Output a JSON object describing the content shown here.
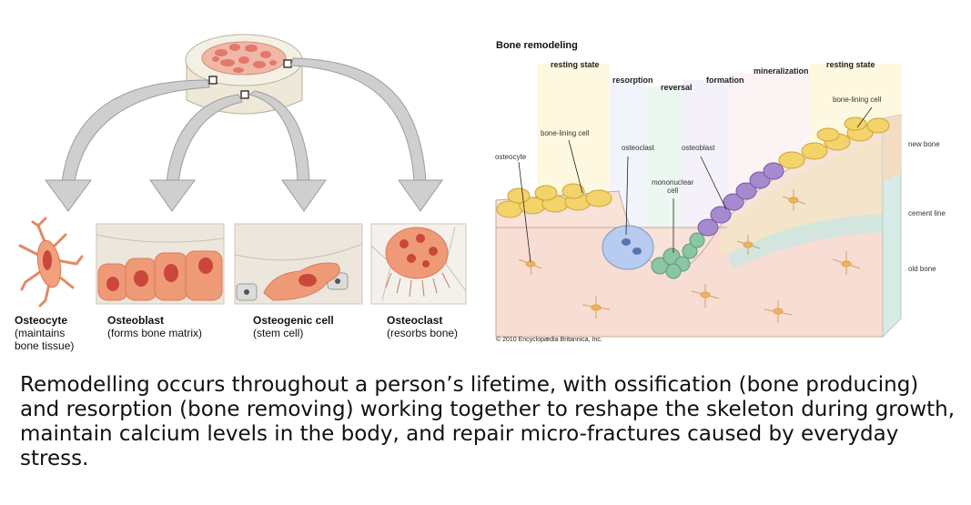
{
  "left_figure": {
    "cells": [
      {
        "name": "Osteocyte",
        "desc": "(maintains\nbone tissue)"
      },
      {
        "name": "Osteoblast",
        "desc": "(forms bone matrix)"
      },
      {
        "name": "Osteogenic cell",
        "desc": "(stem cell)"
      },
      {
        "name": "Osteoclast",
        "desc": "(resorbs bone)"
      }
    ]
  },
  "right_figure": {
    "title": "Bone remodeling",
    "phases": {
      "resting_left": "resting state",
      "resorption": "resorption",
      "reversal": "reversal",
      "formation": "formation",
      "mineralization": "mineralization",
      "resting_right": "resting state"
    },
    "labels": {
      "osteocyte": "osteocyte",
      "bone_lining_left": "bone-lining cell",
      "bone_lining_right": "bone-lining cell",
      "osteoclast": "osteoclast",
      "osteoblast": "osteoblast",
      "mononuclear": "mononuclear\ncell",
      "new_bone": "new bone",
      "cement_line": "cement line",
      "old_bone": "old bone"
    },
    "copyright": "© 2010 Encyclopædia Britannica, Inc."
  },
  "caption": "Remodelling occurs throughout a person’s lifetime, with ossification (bone producing) and resorption (bone removing) working together to reshape the skeleton during growth, maintain calcium levels in the body, and repair micro-fractures caused by everyday stress.",
  "colors": {
    "bone_pink": "#f2d9cf",
    "cell_orange": "#e98a68",
    "nucleus_red": "#c9473b",
    "arrow_gray": "#c8c8c8",
    "lining_yellow": "#f3d36a",
    "osteoblast_purple": "#a58ad0",
    "mononuclear_green": "#8cc5a4",
    "osteoclast_blue": "#b7ccf0"
  }
}
